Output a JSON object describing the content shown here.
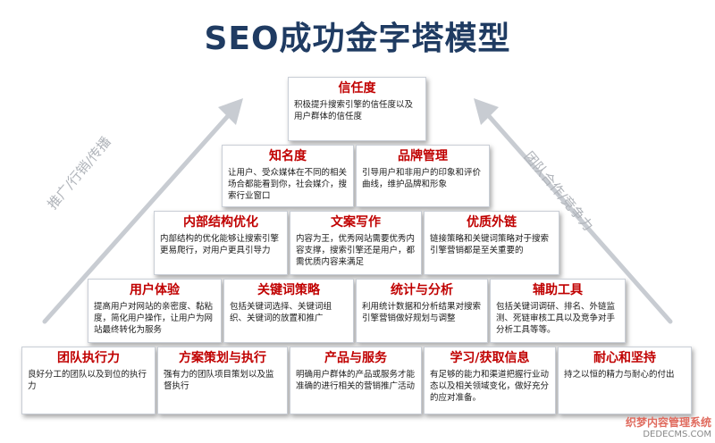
{
  "title": "SEO成功金字塔模型",
  "side_labels": {
    "left": "推广/行销/传播",
    "right": "团队合作/竞争力"
  },
  "pyramid": {
    "level1": [
      {
        "title": "信任度",
        "desc": "积极提升搜索引擎的信任度以及用户群体的信任度"
      }
    ],
    "level2": [
      {
        "title": "知名度",
        "desc": "让用户、受众媒体在不同的相关场合都能看到你，社会媒介，搜索行业窗口"
      },
      {
        "title": "品牌管理",
        "desc": "引导用户和非用户的印象和评价曲线，维护品牌和形象"
      }
    ],
    "level3": [
      {
        "title": "内部结构优化",
        "desc": "内部结构的优化能够让搜索引擎更易爬行，对用户更具引导力"
      },
      {
        "title": "文案写作",
        "desc": "内容为王，优秀网站需要优秀内容支撑，搜索引擎还是用户，都需优质内容来满足"
      },
      {
        "title": "优质外链",
        "desc": "链接策略和关键词策略对于搜索引擎营销都是至关重要的"
      }
    ],
    "level4": [
      {
        "title": "用户体验",
        "desc": "提高用户对网站的亲密度、黏粘度，简化用户操作，让用户为网站最终转化为服务"
      },
      {
        "title": "关键词策略",
        "desc": "包括关键词选择、关键词组织、关键词的放置和推广"
      },
      {
        "title": "统计与分析",
        "desc": "利用统计数据和分析结果对搜索引擎营销做好规划与调整"
      },
      {
        "title": "辅助工具",
        "desc": "包括关键词调研、排名、外链监测、死链审核工具以及竞争对手分析工具等等。"
      }
    ],
    "level5": [
      {
        "title": "团队执行力",
        "desc": "良好分工的团队以及到位的执行力"
      },
      {
        "title": "方案策划与执行",
        "desc": "强有力的团队项目策划以及监督执行"
      },
      {
        "title": "产品与服务",
        "desc": "明确用户群体的产品或服务才能准确的进行相关的营销推广活动"
      },
      {
        "title": "学习/获取信息",
        "desc": "有足够的能力和渠道把握行业动态以及相关领域变化，做好充分的应对准备。"
      },
      {
        "title": "耐心和坚持",
        "desc": "持之以恒的精力与耐心的付出"
      }
    ]
  },
  "watermark": {
    "line1": "织梦内容管理系统",
    "line2": "DEDECMS.COM"
  },
  "colors": {
    "title": "#1f3b62",
    "box_title": "#c00000",
    "arrow": "#c8ccd2"
  }
}
